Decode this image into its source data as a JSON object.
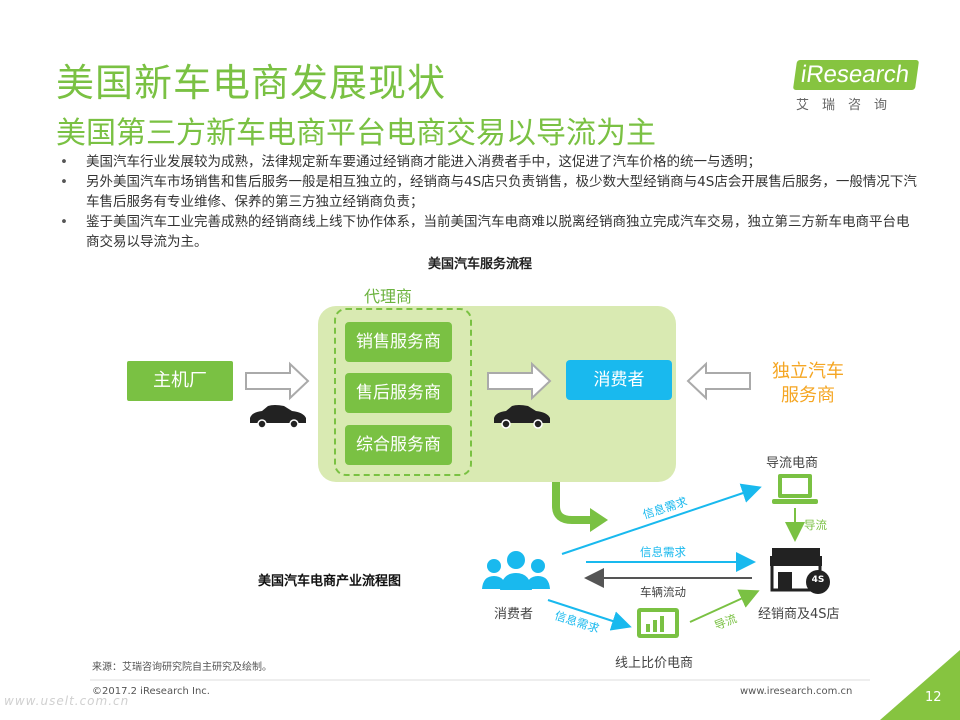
{
  "header": {
    "title": "美国新车电商发展现状",
    "subtitle": "美国第三方新车电商平台电商交易以导流为主"
  },
  "logo": {
    "brand": "iResearch",
    "cn": "艾瑞咨询"
  },
  "bullets": [
    "美国汽车行业发展较为成熟，法律规定新车要通过经销商才能进入消费者手中，这促进了汽车价格的统一与透明；",
    "另外美国汽车市场销售和售后服务一般是相互独立的，经销商与4S店只负责销售，极少数大型经销商与4S店会开展售后服务，一般情况下汽车售后服务有专业维修、保养的第三方独立经销商负责；",
    "鉴于美国汽车工业完善成熟的经销商线上线下协作体系，当前美国汽车电商难以脱离经销商独立完成汽车交易，独立第三方新车电商平台电商交易以导流为主。"
  ],
  "service_flow": {
    "title": "美国汽车服务流程",
    "agent_label": "代理商",
    "agent_items": [
      "销售服务商",
      "售后服务商",
      "综合服务商"
    ],
    "oem": "主机厂",
    "consumer": "消费者",
    "independent": [
      "独立汽车",
      "服务商"
    ]
  },
  "ecommerce_flow": {
    "title": "美国汽车电商产业流程图",
    "consumers": "消费者",
    "lead_gen": "导流电商",
    "dealer": "经销商及4S店",
    "price_compare": "线上比价电商",
    "badge_4s": "4S",
    "edge_info_demand_1": "信息需求",
    "edge_info_demand_2": "信息需求",
    "edge_vehicle_flow": "车辆流动",
    "edge_info_demand_3": "信息需求",
    "edge_guide_1": "导流",
    "edge_guide_2": "导流"
  },
  "footer": {
    "source": "来源：艾瑞咨询研究院自主研究及绘制。",
    "copyright": "©2017.2 iResearch Inc.",
    "url": "www.iresearch.com.cn",
    "watermark": "www.uselt.com.cn",
    "page": "12"
  },
  "colors": {
    "brand_green": "#7ac143",
    "panel_green": "#d9eab2",
    "cyan": "#19b9ee",
    "orange": "#f5a623"
  }
}
